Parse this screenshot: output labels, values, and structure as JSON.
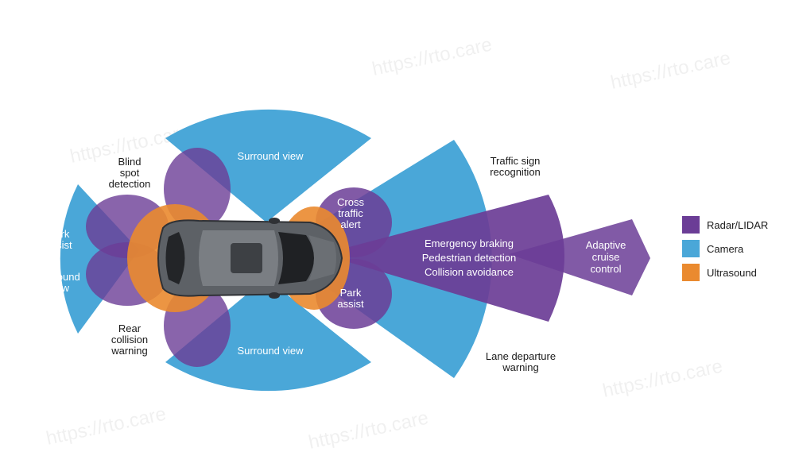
{
  "colors": {
    "radar_lidar": "#6b3d96",
    "camera": "#4aa7d8",
    "ultrasound": "#ea8a2f"
  },
  "labels": {
    "surround_view_top": "Surround view",
    "surround_view_bottom": "Surround view",
    "blind_spot": [
      "Blind",
      "spot",
      "detection"
    ],
    "park_assist_rear": [
      "Park",
      "assist"
    ],
    "surround_view_rear": [
      "Surround",
      "view"
    ],
    "rear_collision": [
      "Rear",
      "collision",
      "warning"
    ],
    "cross_traffic": [
      "Cross",
      "traffic",
      "alert"
    ],
    "park_assist_front": [
      "Park",
      "assist"
    ],
    "traffic_sign": [
      "Traffic sign",
      "recognition"
    ],
    "emergency": [
      "Emergency braking",
      "Pedestrian detection",
      "Collision avoidance"
    ],
    "adaptive_cruise": [
      "Adaptive",
      "cruise",
      "control"
    ],
    "lane_departure": [
      "Lane departure",
      "warning"
    ]
  },
  "legend": [
    {
      "label": "Radar/LIDAR",
      "color": "#6b3d96"
    },
    {
      "label": "Camera",
      "color": "#4aa7d8"
    },
    {
      "label": "Ultrasound",
      "color": "#ea8a2f"
    }
  ],
  "watermark": "https://rto.care"
}
